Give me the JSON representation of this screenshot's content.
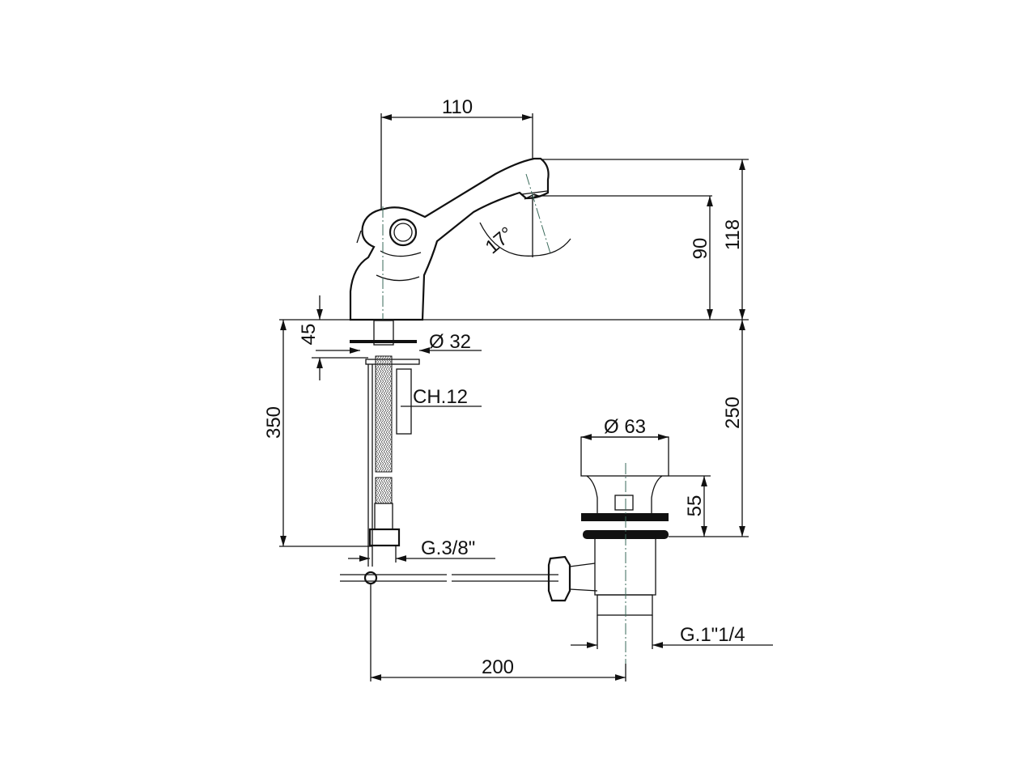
{
  "drawing": {
    "dimensions": {
      "spout_reach": "110",
      "total_height": "118",
      "spout_height": "90",
      "spout_angle": "17°",
      "base_thickness": "45",
      "base_diameter": "Ø 32",
      "wrench_size": "CH.12",
      "hose_length": "350",
      "max_deck_thickness": "250",
      "waste_diameter": "Ø 63",
      "waste_height": "55",
      "hose_thread": "G.3/8\"",
      "waste_thread": "G.1\"1/4",
      "rod_distance": "200"
    },
    "line_color": "#111111",
    "centerline_color": "#3a6a5a"
  }
}
